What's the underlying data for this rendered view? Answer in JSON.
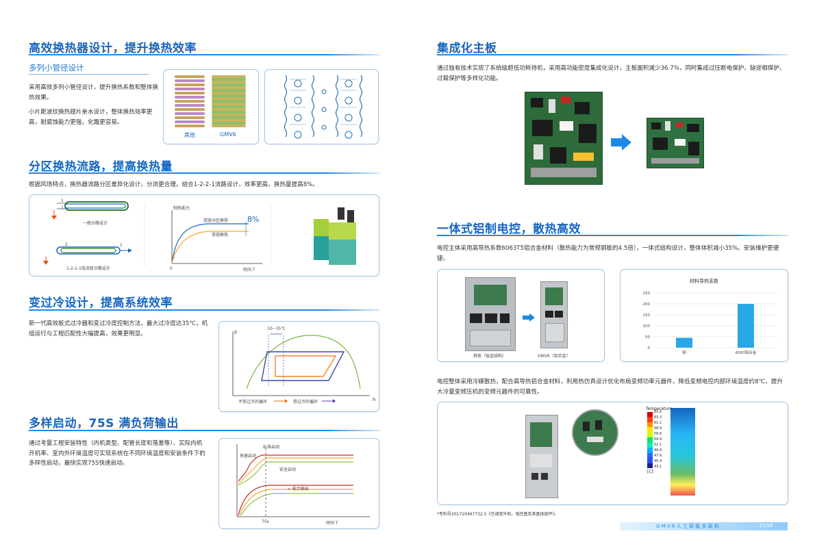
{
  "left": {
    "s1": {
      "title": "高效换热器设计，提升换热效率",
      "subtitle": "多列小管径设计",
      "para1": "采用高效多列小管径设计，提升换热系数和整体换热效果。",
      "para2": "小片距波纹换热翅片亲水设计，整体换热效率更高，耐腐蚀能力更强，化霜更容易。",
      "label_other": "其他",
      "label_gmv6": "GMV6"
    },
    "s2": {
      "title": "分区换热流路，提高换热量",
      "para": "根据风场特点，换热器流路分区差异化设计，分流更合理。结合1-2-2-1流路设计，效率更高，换热量提高8%。",
      "flow1_caption": "一般分路设计",
      "flow2_caption": "1-2-2-1低流组分路设计",
      "n1": "1",
      "n2": "1",
      "n3": "2",
      "n4": "1",
      "chart_ylabel": "制热能力",
      "chart_xlabel": "时间 T",
      "chart_origin": "0",
      "series_a": "双层分区换热",
      "series_b": "常规换热",
      "gain": "8%"
    },
    "s3": {
      "title": "变过冷设计，提高系统效率",
      "para": "新一代高效板式过冷器和变过冷度控制方法，最大过冷度达35℃，机组运行与工程匹配性大幅提高，效果更明显。",
      "ylabel": "p",
      "xlabel": "h",
      "range": "10~35℃",
      "legend_a": "不带过冷的循环",
      "legend_b": "带过冷的循环"
    },
    "s4": {
      "title": "多样启动，75S 满负荷输出",
      "para": "通过考量工程安装特性（内机类型、配管长度和落差等）、实际内机开机率、室内外环境温度可实现系统在不同环境温度和安装条件下的多样性启动，最快实现75S快速启动。",
      "l_fast": "快速启动",
      "l_std": "标准启动",
      "l_safe": "安全启动",
      "l_out": "←  能力输出",
      "t75": "75s",
      "xlabel": "时间 T"
    }
  },
  "right": {
    "s5": {
      "title": "集成化主板",
      "para": "通过独有技术实现了系统级超低功耗待机，采用高功能密度集成化设计，主板面积减少36.7%，同时集成过压断电保护、缺逆相保护、过载保护等多样化功能。"
    },
    "s6": {
      "title": "一体式铝制电控，散热高效",
      "para": "电控主体采用高导热系数6063T5铝合金材料（散热能力为常规钢板的4.5倍），一体式结构设计，整体体积减小35%。安装维护更便捷。",
      "cap_other": "其他（钣金结构）",
      "cap_gmv6": "GMV6（铝合金）",
      "para2": "电控整体采用冷媒散热，配合高导热铝合金材料，利用热仿真设计优化布局变频功率元器件，降低变频电控内部环境温度约8℃，提升大冷量变频压机的变频元器件的可靠性。",
      "temp_title": "Temperature",
      "temp_values": [
        "65.6",
        "63.3",
        "61.1",
        "58.9",
        "56.6",
        "54.4",
        "52.1",
        "49.9",
        "47.6",
        "45.4",
        "43.1"
      ],
      "temp_unit": "[C]",
      "footnote": "*专利号201720497732.5《空调室外机、电控盒及其盒体组件》。"
    },
    "footer": {
      "brand": "G M V 6 人 工 智 能 多 联 机",
      "page": "17/18"
    }
  },
  "chart_data": {
    "type": "bar",
    "title": "材料导热系数",
    "categories": [
      "钢",
      "6063铝合金"
    ],
    "values": [
      45,
      200
    ],
    "ylim": [
      0,
      250
    ],
    "yticks": [
      0,
      50,
      100,
      150,
      200,
      250
    ],
    "grid": true,
    "color": "#29a8e8"
  }
}
